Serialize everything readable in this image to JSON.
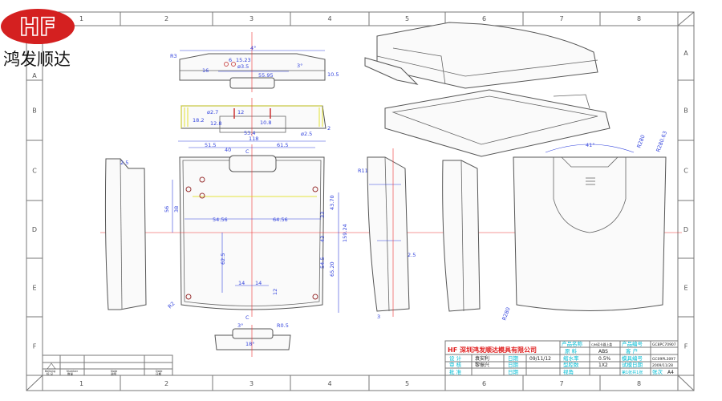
{
  "logo": {
    "mark": "HF",
    "company": "鸿发顺达",
    "color": "#d42020"
  },
  "frame": {
    "columns": [
      "1",
      "2",
      "3",
      "4",
      "5",
      "6",
      "7",
      "8"
    ],
    "rows": [
      "A",
      "B",
      "C",
      "D",
      "E",
      "F"
    ]
  },
  "dimensions": {
    "top_view": [
      "4°",
      "6",
      "15.23",
      "ø3.5",
      "55.95",
      "16",
      "10.5",
      "3°",
      "R3"
    ],
    "section_view": [
      "ø2.7",
      "18.2",
      "12.8",
      "53.4",
      "10.8",
      "ø2.5",
      "2",
      "12"
    ],
    "front_view": [
      "118",
      "51.5",
      "40",
      "61.5",
      "56",
      "38",
      "54.56",
      "64.56",
      "33",
      "43.70",
      "43",
      "54.5",
      "65.20",
      "159.24",
      "62.5",
      "14",
      "14",
      "12",
      "R2",
      "C",
      "C"
    ],
    "side_view": [
      "R11",
      "2.5",
      "3"
    ],
    "rear_view": [
      "41°",
      "R280",
      "R280.63",
      "R280"
    ],
    "bottom_view": [
      "18°",
      "R0.5",
      "3°"
    ]
  },
  "title_block": {
    "company": "HF 深圳鸿发顺达模具有限公司",
    "labels": {
      "design": "设 计",
      "review": "审 核",
      "approve": "批 准",
      "date1": "日期",
      "date2": "日期",
      "date3": "日期",
      "product_name": "产品名称",
      "material": "原 料",
      "shrinkage": "缩水率",
      "cavities": "型腔数",
      "view": "视角",
      "product_no": "产品编号",
      "customer": "客 户",
      "mold_no": "模具编号",
      "trial_date": "试模日期",
      "sheet": "第1张共1张",
      "size": "张次"
    },
    "values": {
      "designer": "袁安利",
      "reviewer": "黎振兴",
      "date": "09/11/12",
      "product_name": "CJM读卡器上盖",
      "material": "ABS",
      "shrinkage": "0.5%",
      "cavities": "1X2",
      "product_no": "GC8PC70907",
      "mold_no": "GC09PL3097",
      "trial_date": "2009/11/28",
      "size": "A4"
    }
  },
  "revision_block": {
    "cells": [
      "Bellong",
      "标 记",
      "Number",
      "数量",
      "Note",
      "说明",
      "Date",
      "日期"
    ]
  }
}
